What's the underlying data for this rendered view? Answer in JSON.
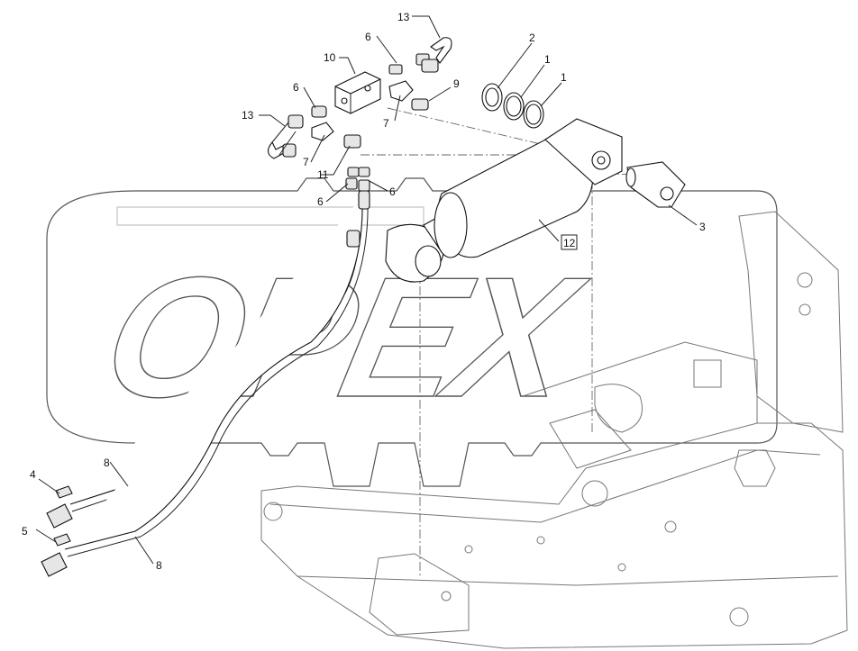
{
  "watermark": {
    "text": "OPEX"
  },
  "corner_mark": "",
  "callouts": [
    {
      "id": "c1",
      "label": "13"
    },
    {
      "id": "c2",
      "label": "6"
    },
    {
      "id": "c3",
      "label": "10"
    },
    {
      "id": "c4",
      "label": "6"
    },
    {
      "id": "c5",
      "label": "13"
    },
    {
      "id": "c6",
      "label": "7"
    },
    {
      "id": "c7",
      "label": "11"
    },
    {
      "id": "c8",
      "label": "6"
    },
    {
      "id": "c9",
      "label": "6"
    },
    {
      "id": "c10",
      "label": "9"
    },
    {
      "id": "c11",
      "label": "7"
    },
    {
      "id": "c12",
      "label": "2"
    },
    {
      "id": "c13",
      "label": "1"
    },
    {
      "id": "c14",
      "label": "1"
    },
    {
      "id": "c15",
      "label": "3"
    },
    {
      "id": "c16",
      "label": "12"
    },
    {
      "id": "c17",
      "label": "4"
    },
    {
      "id": "c18",
      "label": "8"
    },
    {
      "id": "c19",
      "label": "5"
    },
    {
      "id": "c20",
      "label": "8"
    }
  ]
}
